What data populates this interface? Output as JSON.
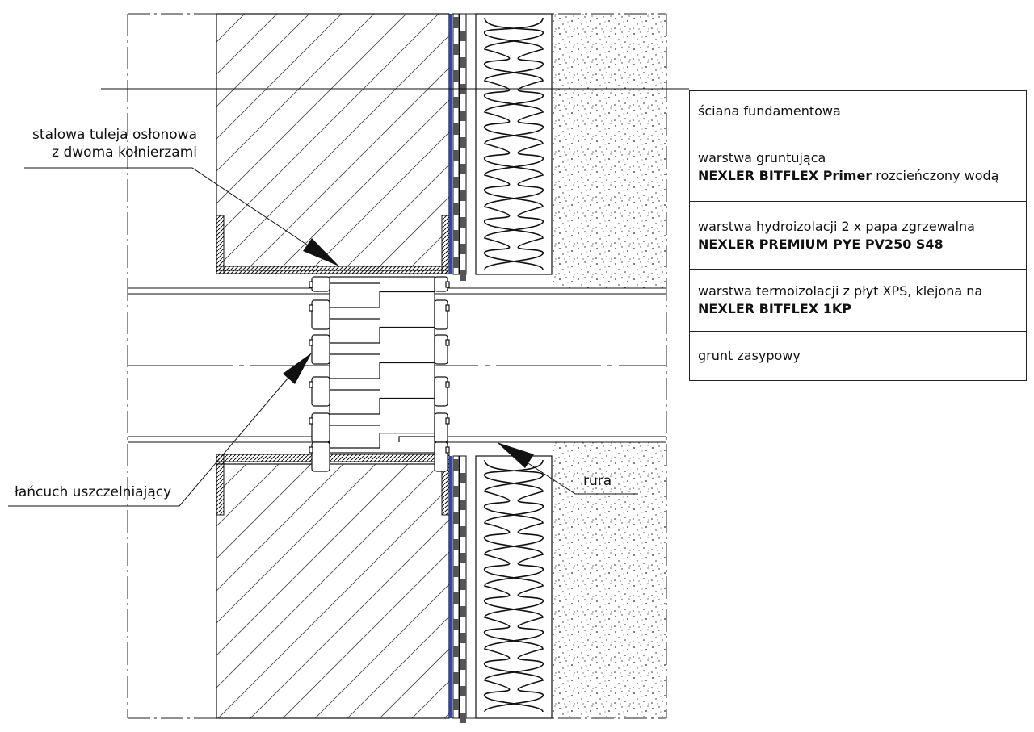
{
  "labels": {
    "sleeve_line1": "stalowa tuleja osłonowa",
    "sleeve_line2": "z dwoma kołnierzami",
    "chain": "łańcuch uszczelniający",
    "pipe": "rura"
  },
  "legend": [
    {
      "line1": "ściana fundamentowa"
    },
    {
      "line1": "warstwa gruntująca",
      "bold2": "NEXLER BITFLEX Primer",
      "rest2": " rozcieńczony wodą"
    },
    {
      "line1": "warstwa hydroizolacji 2 x papa zgrzewalna",
      "bold2": "NEXLER PREMIUM PYE PV250 S48"
    },
    {
      "line1": "warstwa termoizolacji z płyt XPS, klejona na",
      "bold2": "NEXLER BITFLEX 1KP"
    },
    {
      "line1": "grunt zasypowy"
    }
  ],
  "colors": {
    "line": "#111111",
    "primer": "#3344aa",
    "membrane": "#555555"
  }
}
